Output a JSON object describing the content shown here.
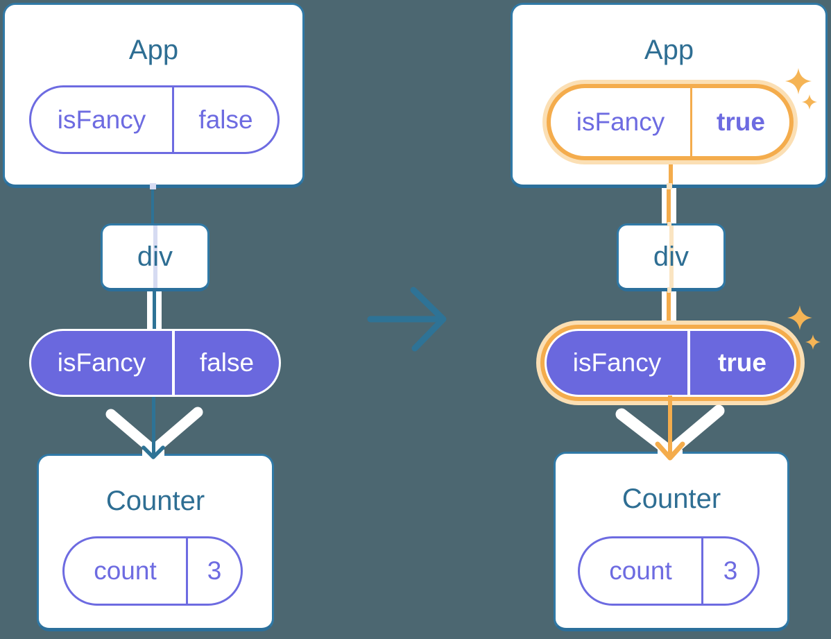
{
  "colors": {
    "background": "#4C6771",
    "card_border": "#3079A6",
    "card_border_bottom": "#2B6F9B",
    "title": "#2E6E93",
    "purple_outline": "#6D6BE1",
    "purple_fill": "#6A68DE",
    "flow_blue": "#2E7396",
    "orange": "#F4AC4C",
    "orange_light": "#FBDFB4",
    "orange_pale": "#FAE4C1",
    "lavender_pale": "#D6DBF2",
    "sparkle": "#F5B455"
  },
  "before": {
    "app": {
      "title": "App",
      "state_name": "isFancy",
      "state_value": "false"
    },
    "container": {
      "title": "div"
    },
    "prop": {
      "name": "isFancy",
      "value": "false"
    },
    "counter": {
      "title": "Counter",
      "state_name": "count",
      "state_value": "3"
    }
  },
  "after": {
    "app": {
      "title": "App",
      "state_name": "isFancy",
      "state_value": "true"
    },
    "container": {
      "title": "div"
    },
    "prop": {
      "name": "isFancy",
      "value": "true"
    },
    "counter": {
      "title": "Counter",
      "state_name": "count",
      "state_value": "3"
    }
  }
}
